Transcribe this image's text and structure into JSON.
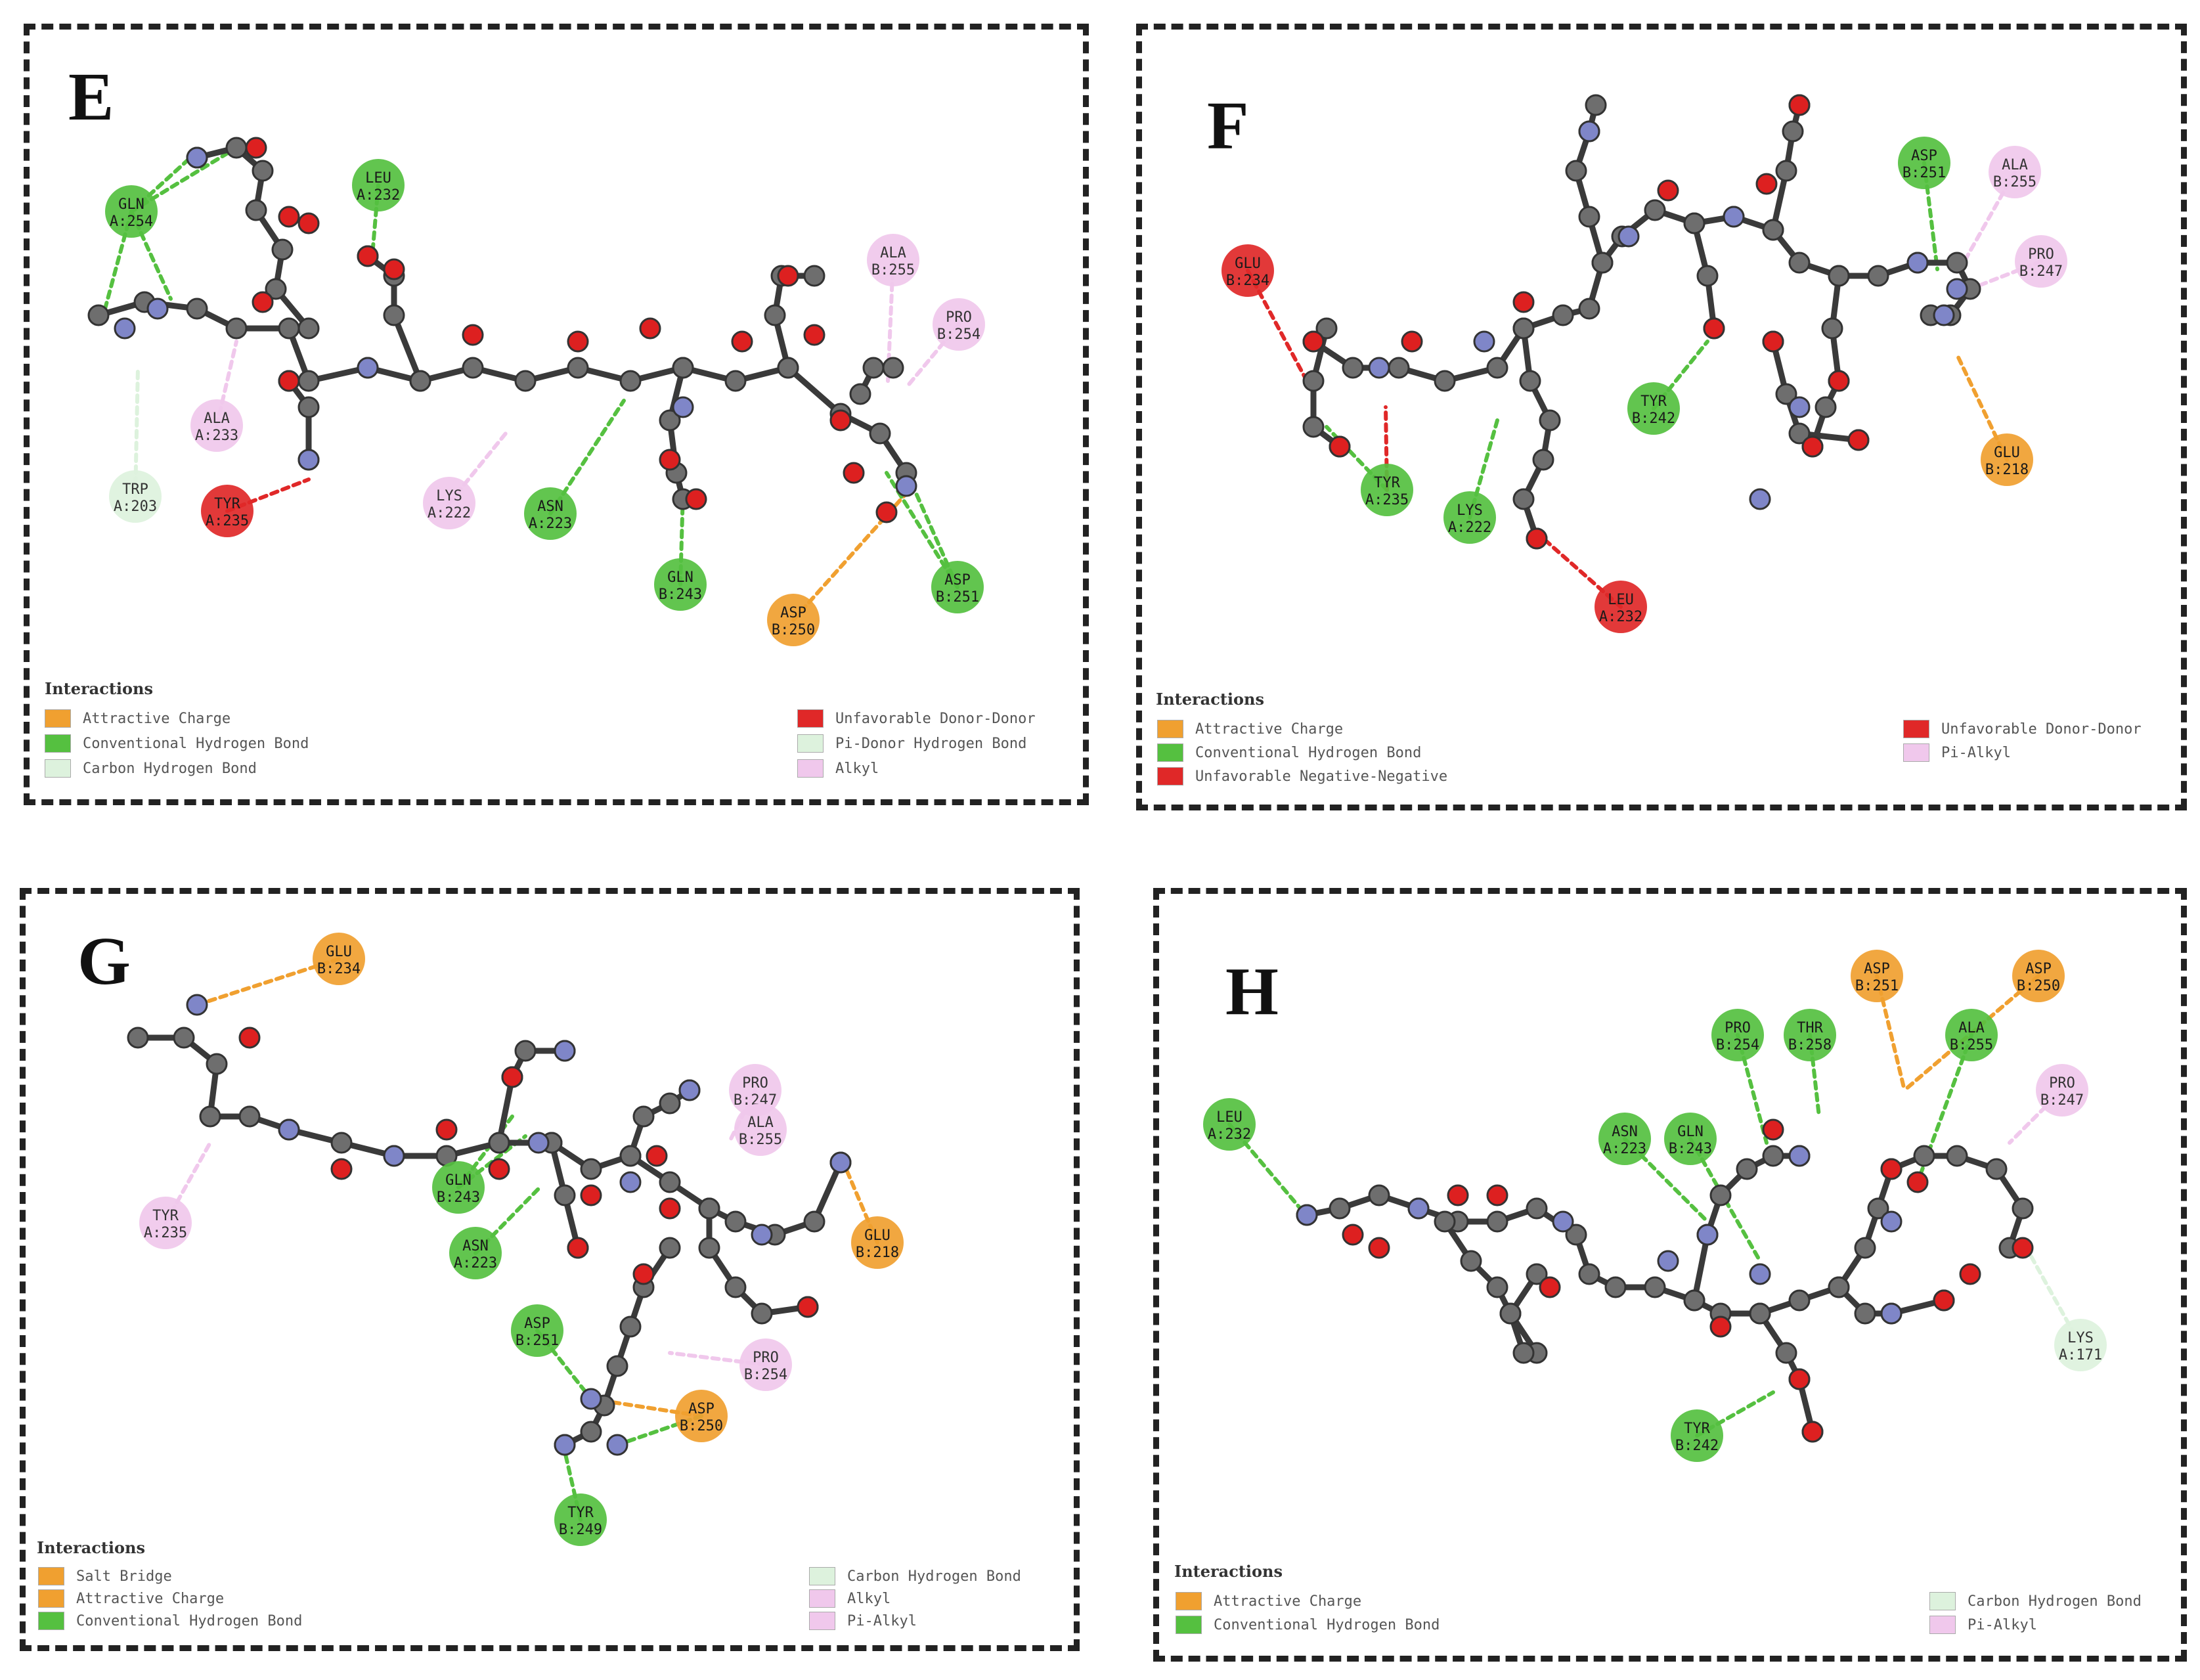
{
  "colors": {
    "attractive_charge": "#f0a030",
    "salt_bridge": "#f0a030",
    "conventional_hbond": "#55c040",
    "carbon_hbond": "#ddf2dd",
    "pi_donor_hbond": "#ddf2dd",
    "unfavorable": "#e02828",
    "alkyl": "#f0c8ec",
    "atom_carbon": "#6e6e6e",
    "atom_oxygen": "#dd2020",
    "atom_nitrogen": "#7f86c8"
  },
  "panels": [
    {
      "letter": "E",
      "residues": [
        {
          "label": "GLN\nA:254",
          "type": "conventional_hbond"
        },
        {
          "label": "LEU\nA:232",
          "type": "conventional_hbond"
        },
        {
          "label": "ALA\nB:255",
          "type": "alkyl"
        },
        {
          "label": "PRO\nB:254",
          "type": "alkyl"
        },
        {
          "label": "ALA\nA:233",
          "type": "alkyl"
        },
        {
          "label": "TRP\nA:203",
          "type": "carbon_hbond"
        },
        {
          "label": "TYR\nA:235",
          "type": "unfavorable"
        },
        {
          "label": "LYS\nA:222",
          "type": "alkyl"
        },
        {
          "label": "ASN\nA:223",
          "type": "conventional_hbond"
        },
        {
          "label": "GLN\nB:243",
          "type": "conventional_hbond"
        },
        {
          "label": "ASP\nB:250",
          "type": "attractive_charge"
        },
        {
          "label": "ASP\nB:251",
          "type": "conventional_hbond"
        }
      ],
      "legend_title": "Interactions",
      "legend_left": [
        {
          "label": "Attractive Charge",
          "type": "attractive_charge"
        },
        {
          "label": "Conventional Hydrogen Bond",
          "type": "conventional_hbond"
        },
        {
          "label": "Carbon Hydrogen Bond",
          "type": "carbon_hbond"
        }
      ],
      "legend_right": [
        {
          "label": "Unfavorable Donor-Donor",
          "type": "unfavorable"
        },
        {
          "label": "Pi-Donor Hydrogen Bond",
          "type": "pi_donor_hbond"
        },
        {
          "label": "Alkyl",
          "type": "alkyl"
        }
      ]
    },
    {
      "letter": "F",
      "residues": [
        {
          "label": "GLU\nB:234",
          "type": "unfavorable"
        },
        {
          "label": "ASP\nB:251",
          "type": "conventional_hbond"
        },
        {
          "label": "ALA\nB:255",
          "type": "alkyl"
        },
        {
          "label": "PRO\nB:247",
          "type": "alkyl"
        },
        {
          "label": "TYR\nB:242",
          "type": "conventional_hbond"
        },
        {
          "label": "GLU\nB:218",
          "type": "attractive_charge"
        },
        {
          "label": "TYR\nA:235",
          "type": "conventional_hbond"
        },
        {
          "label": "LYS\nA:222",
          "type": "conventional_hbond"
        },
        {
          "label": "LEU\nA:232",
          "type": "unfavorable"
        }
      ],
      "legend_title": "Interactions",
      "legend_left": [
        {
          "label": "Attractive Charge",
          "type": "attractive_charge"
        },
        {
          "label": "Conventional Hydrogen Bond",
          "type": "conventional_hbond"
        },
        {
          "label": "Unfavorable Negative-Negative",
          "type": "unfavorable"
        }
      ],
      "legend_right": [
        {
          "label": "Unfavorable Donor-Donor",
          "type": "unfavorable"
        },
        {
          "label": "Pi-Alkyl",
          "type": "alkyl"
        }
      ]
    },
    {
      "letter": "G",
      "residues": [
        {
          "label": "GLU\nB:234",
          "type": "attractive_charge"
        },
        {
          "label": "PRO\nB:247",
          "type": "alkyl"
        },
        {
          "label": "ALA\nB:255",
          "type": "alkyl"
        },
        {
          "label": "GLN\nB:243",
          "type": "conventional_hbond"
        },
        {
          "label": "ASN\nA:223",
          "type": "conventional_hbond"
        },
        {
          "label": "TYR\nA:235",
          "type": "alkyl"
        },
        {
          "label": "GLU\nB:218",
          "type": "attractive_charge"
        },
        {
          "label": "ASP\nB:251",
          "type": "conventional_hbond"
        },
        {
          "label": "PRO\nB:254",
          "type": "alkyl"
        },
        {
          "label": "ASP\nB:250",
          "type": "attractive_charge"
        },
        {
          "label": "TYR\nB:249",
          "type": "conventional_hbond"
        }
      ],
      "legend_title": "Interactions",
      "legend_left": [
        {
          "label": "Salt Bridge",
          "type": "salt_bridge"
        },
        {
          "label": "Attractive Charge",
          "type": "attractive_charge"
        },
        {
          "label": "Conventional Hydrogen Bond",
          "type": "conventional_hbond"
        }
      ],
      "legend_right": [
        {
          "label": "Carbon Hydrogen Bond",
          "type": "carbon_hbond"
        },
        {
          "label": "Alkyl",
          "type": "alkyl"
        },
        {
          "label": "Pi-Alkyl",
          "type": "alkyl"
        }
      ]
    },
    {
      "letter": "H",
      "residues": [
        {
          "label": "ASP\nB:251",
          "type": "attractive_charge"
        },
        {
          "label": "ASP\nB:250",
          "type": "attractive_charge"
        },
        {
          "label": "PRO\nB:254",
          "type": "conventional_hbond"
        },
        {
          "label": "THR\nB:258",
          "type": "conventional_hbond"
        },
        {
          "label": "ALA\nB:255",
          "type": "conventional_hbond"
        },
        {
          "label": "PRO\nB:247",
          "type": "alkyl"
        },
        {
          "label": "LEU\nA:232",
          "type": "conventional_hbond"
        },
        {
          "label": "ASN\nA:223",
          "type": "conventional_hbond"
        },
        {
          "label": "GLN\nB:243",
          "type": "conventional_hbond"
        },
        {
          "label": "LYS\nA:171",
          "type": "carbon_hbond"
        },
        {
          "label": "TYR\nB:242",
          "type": "conventional_hbond"
        }
      ],
      "legend_title": "Interactions",
      "legend_left": [
        {
          "label": "Attractive Charge",
          "type": "attractive_charge"
        },
        {
          "label": "Conventional Hydrogen Bond",
          "type": "conventional_hbond"
        }
      ],
      "legend_right": [
        {
          "label": "Carbon Hydrogen Bond",
          "type": "carbon_hbond"
        },
        {
          "label": "Pi-Alkyl",
          "type": "alkyl"
        }
      ]
    }
  ]
}
